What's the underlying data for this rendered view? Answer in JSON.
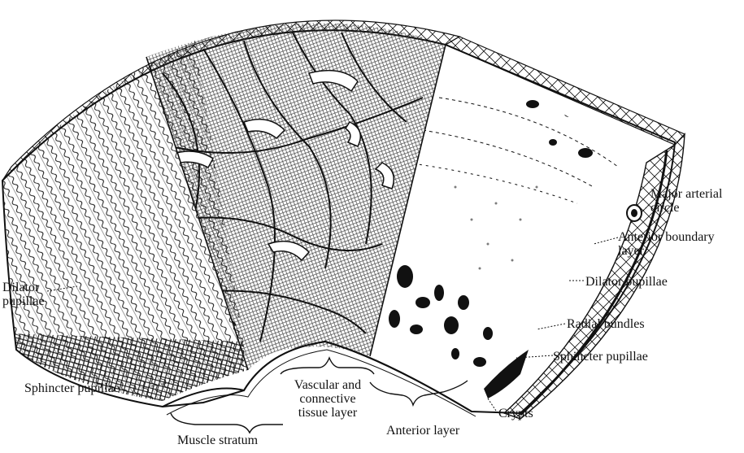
{
  "labels": {
    "major_arterial_circle": [
      "Major arterial",
      "circle"
    ],
    "anterior_boundary_layer": [
      "Anterior boundary",
      "layer"
    ],
    "dilator_pupillae_right": "Dilator pupillae",
    "radial_bundles": "Radial bundles",
    "sphincter_pupillae_right": "Sphincter pupillae",
    "crypts": "Crypts",
    "anterior_layer": "Anterior layer",
    "vascular_layer": [
      "Vascular and",
      "connective",
      "tissue layer"
    ],
    "muscle_stratum": "Muscle stratum",
    "sphincter_pupillae_left": "Sphincter pupillae",
    "dilator_pupillae_left": [
      "Dilator",
      "pupillae"
    ]
  },
  "colors": {
    "ink": "#111111",
    "paper": "#ffffff"
  }
}
